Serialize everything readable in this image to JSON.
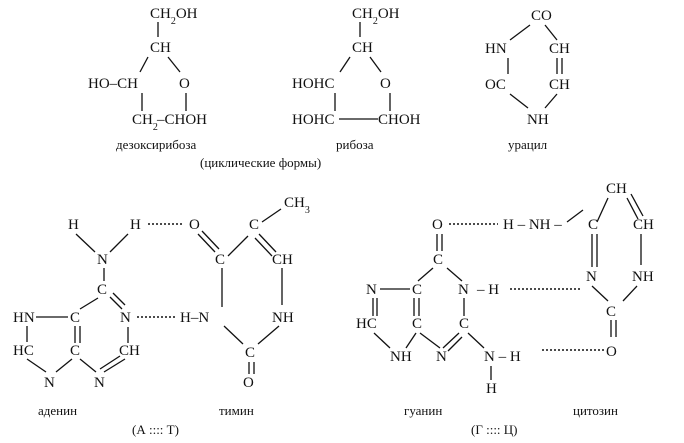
{
  "structures": {
    "deoxyribose": {
      "caption": "дезоксирибоза",
      "labels": [
        "CH2OH",
        "CH",
        "HO–CH",
        "O",
        "CH2",
        "–CHOH"
      ]
    },
    "ribose": {
      "caption": "рибоза",
      "labels": [
        "CH2OH",
        "CH",
        "HOHC",
        "O",
        "HOHC",
        "CHOH"
      ]
    },
    "uracil": {
      "caption": "урацил",
      "labels": [
        "CO",
        "HN",
        "CH",
        "OC",
        "CH",
        "NH"
      ]
    },
    "cyclic_caption": "(циклические формы)",
    "adenine": {
      "caption": "аденин"
    },
    "thymine": {
      "caption": "тимин"
    },
    "guanine": {
      "caption": "гуанин"
    },
    "cytosine": {
      "caption": "цитозин"
    },
    "pair_AT": "(А :::: Т)",
    "pair_GC": "(Г :::: Ц)"
  },
  "atoms": {
    "H": "H",
    "N": "N",
    "C": "C",
    "O": "O",
    "HN": "HN",
    "HC": "HC",
    "NH": "NH",
    "CH": "CH",
    "CH3": "CH3",
    "H_N": "H–N",
    "N_H": "N–H",
    "NH_right": "–NH–",
    "N_H2": "N–H"
  }
}
